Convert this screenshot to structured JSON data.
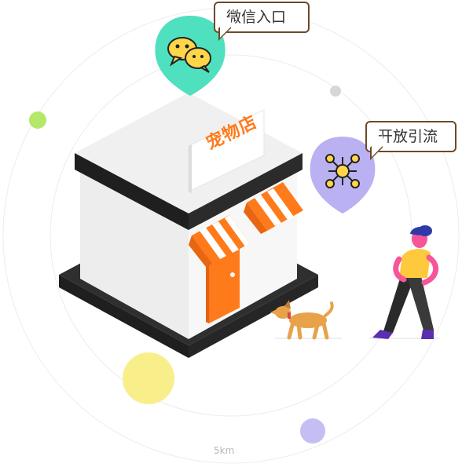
{
  "store_sign": "宠物店",
  "callouts": {
    "wechat": "微信入口",
    "open": "开放引流"
  },
  "distance_label": "5km",
  "icons": {
    "wechat_pin": "wechat-icon",
    "network_pin": "network-icon"
  },
  "colors": {
    "wechat_pin": "#4fe0bf",
    "network_pin": "#b9b1f2",
    "accent_orange": "#ff7a1a",
    "callout_border": "#6b4a2a",
    "dot_green": "#b4e86a",
    "dot_yellow": "#f8ef8a",
    "dot_purple": "#c4bef2"
  }
}
